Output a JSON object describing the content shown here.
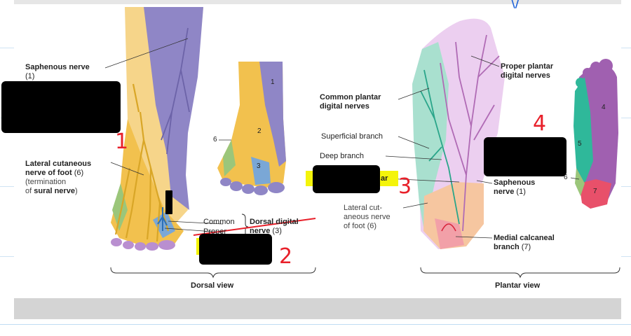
{
  "labels": {
    "saphenous_nerve_dorsal": "Saphenous nerve",
    "saphenous_nerve_dorsal_num": "(1)",
    "lateral_cutaneous_line1": "Lateral cutaneous",
    "lateral_cutaneous_line2": "nerve of foot",
    "lateral_cutaneous_num": "(6)",
    "termination_line1": "(termination",
    "termination_line2_pre": "of ",
    "termination_line2_bold": "sural nerve",
    "termination_line2_post": ")",
    "common": "Common",
    "proper": "Proper",
    "dorsal_digital_line1": "Dorsal digital",
    "dorsal_digital_line2": "nerve",
    "dorsal_digital_num": "(3)",
    "dorsal_view": "Dorsal view",
    "common_plantar_line1": "Common plantar",
    "common_plantar_line2": "digital nerves",
    "superficial_branch": "Superficial branch",
    "deep_branch": "Deep branch",
    "lateral_cut_line1": "Lateral cut-",
    "lateral_cut_line2": "aneous nerve",
    "lateral_cut_line3": "of foot (6)",
    "proper_plantar_line1": "Proper plantar",
    "proper_plantar_line2": "digital nerves",
    "saphenous_plantar_line1": "Saphenous",
    "saphenous_plantar_line2": "nerve",
    "saphenous_plantar_num": "(1)",
    "medial_calcaneal_line1": "Medial calcaneal",
    "medial_calcaneal_line2": "branch",
    "medial_calcaneal_num": "(7)",
    "plantar_view": "Plantar view",
    "highlight_fragment": "ar"
  },
  "region_numbers": {
    "dorsal_1": "1",
    "dorsal_2": "2",
    "dorsal_3": "3",
    "dorsal_6": "6",
    "plantar_4": "4",
    "plantar_5": "5",
    "plantar_6": "6",
    "plantar_7": "7"
  },
  "handwritten": {
    "mark_1": "1",
    "mark_2": "2",
    "mark_3": "3",
    "mark_4": "4",
    "mark_top": "\\/"
  },
  "colors": {
    "saphenous_region": "#8f86c6",
    "superficial_fibular_region": "#f2c14e",
    "deep_fibular_region": "#7aa7d6",
    "lateral_plantar_region": "#5fc7a5",
    "medial_plantar_region": "#c98fcb",
    "sural_region": "#9bc67a",
    "calcaneal_region": "#e8506a",
    "nerve_yellow": "#d9a627",
    "annotation_red": "#e8202a",
    "highlight_yellow": "#f4f40a"
  }
}
